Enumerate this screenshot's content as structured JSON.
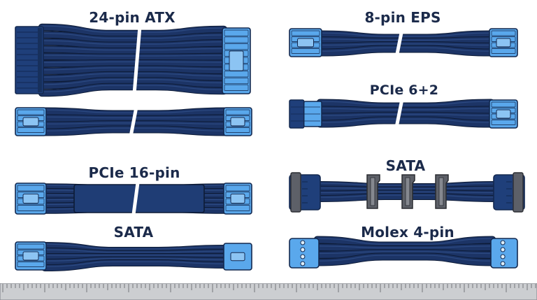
{
  "colors": {
    "wire": "#1c3466",
    "wire_outline": "#0d1b36",
    "connector": "#5aa8ec",
    "connector_dark": "#1f3f7a",
    "connector_outline": "#13284f",
    "sata_gray": "#5d6068",
    "ruler_bg": "#ccced1",
    "text": "#1b2a4a"
  },
  "cables": [
    {
      "id": "atx-24",
      "label": "24-pin ATX",
      "wires": 10,
      "left_connector": "dark-block",
      "right_connector": "light-pins",
      "has_break": true,
      "icon": "atx-24-pin-cable"
    },
    {
      "id": "cpu-8",
      "label": "",
      "wires": 4,
      "left_connector": "light-pins",
      "right_connector": "light-pins",
      "has_break": true,
      "icon": "cpu-8-pin-cable"
    },
    {
      "id": "pcie-16",
      "label": "PCIe 16-pin",
      "wires": 6,
      "left_connector": "light-pins",
      "right_connector": "light-pins",
      "has_break": true,
      "sleeved": true,
      "icon": "pcie-16-pin-cable"
    },
    {
      "id": "sata-left",
      "label": "SATA",
      "wires": 5,
      "left_connector": "light-pins",
      "right_connector": "light-plain",
      "has_break": false,
      "icon": "sata-power-cable"
    },
    {
      "id": "eps-8",
      "label": "8-pin EPS",
      "wires": 4,
      "left_connector": "light-pins",
      "right_connector": "light-pins",
      "has_break": true,
      "icon": "eps-8-pin-cable"
    },
    {
      "id": "pcie-62",
      "label": "PCIe 6+2",
      "wires": 4,
      "left_connector": "dark-split",
      "right_connector": "light-pins",
      "has_break": true,
      "icon": "pcie-6-2-pin-cable"
    },
    {
      "id": "sata-chain",
      "label": "SATA",
      "wires": 4,
      "left_connector": "sata-end",
      "right_connector": "sata-end",
      "has_break": false,
      "sata_plugs": 3,
      "icon": "sata-daisy-chain-cable"
    },
    {
      "id": "molex-4",
      "label": "Molex 4-pin",
      "wires": 4,
      "left_connector": "molex",
      "right_connector": "molex",
      "has_break": false,
      "icon": "molex-4-pin-cable"
    }
  ],
  "ruler": {
    "icon": "ruler-icon"
  }
}
